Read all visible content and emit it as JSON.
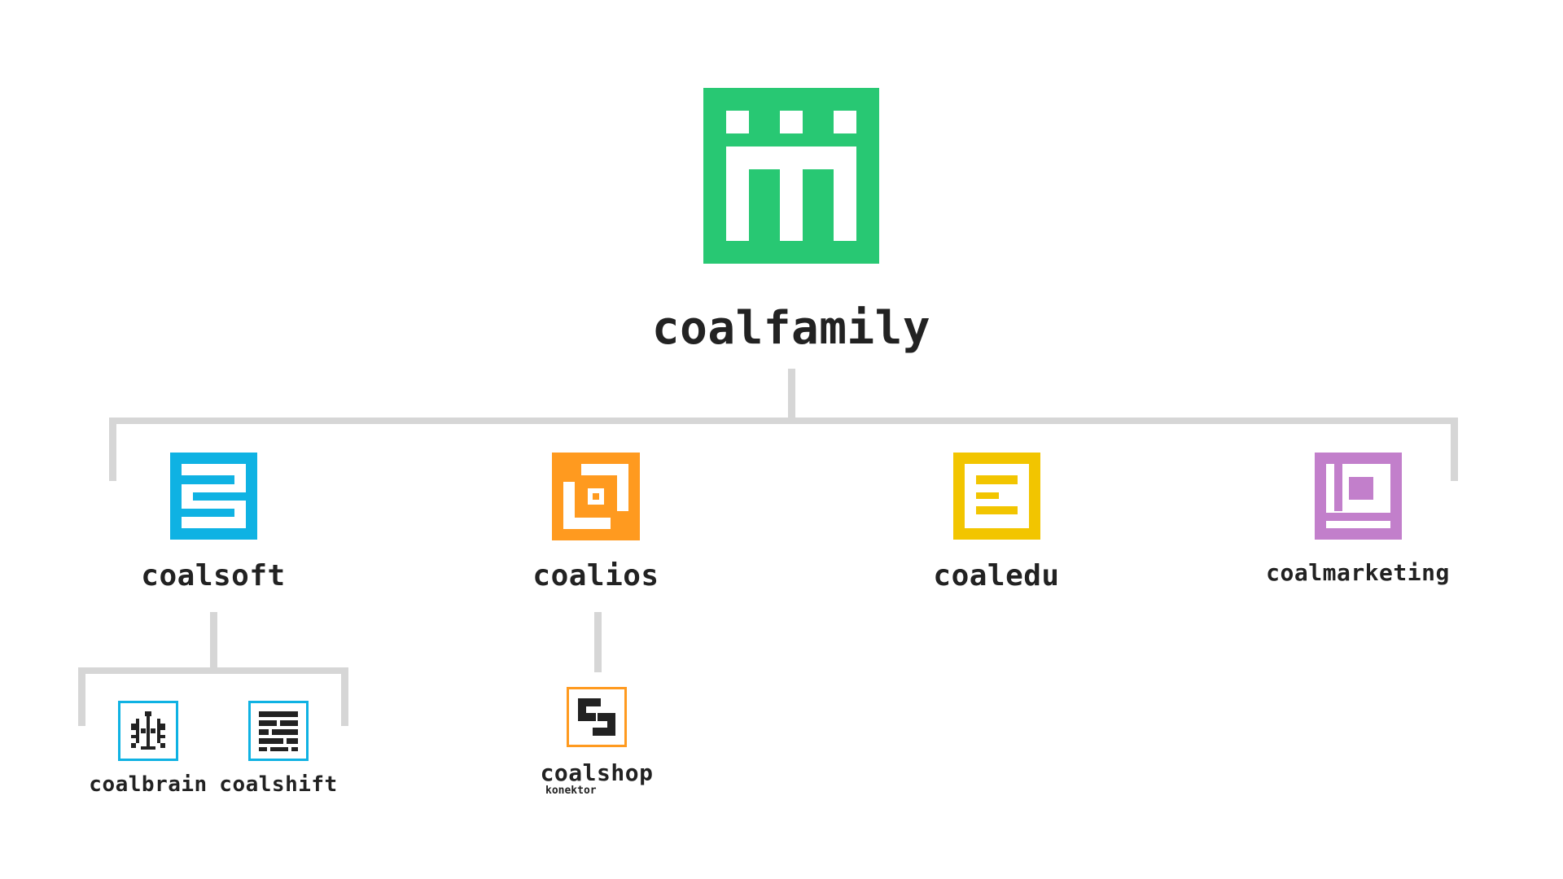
{
  "root": {
    "name": "coalfamily",
    "color": "#28c873"
  },
  "brands": [
    {
      "id": "coalsoft",
      "name": "coalsoft",
      "color": "#0fb2e3"
    },
    {
      "id": "coalios",
      "name": "coalios",
      "color": "#ff9a1f"
    },
    {
      "id": "coaledu",
      "name": "coaledu",
      "color": "#f2c500"
    },
    {
      "id": "coalmarketing",
      "name": "coalmarketing",
      "color": "#c27fcb"
    }
  ],
  "subbrands": {
    "coalsoft": [
      {
        "name": "coalbrain",
        "icon": "circuit-icon",
        "color": "#0fb2e3"
      },
      {
        "name": "coalshift",
        "icon": "bricks-icon",
        "color": "#0fb2e3"
      }
    ],
    "coalios": [
      {
        "name": "coalshop",
        "subtitle": "konektor",
        "icon": "link-icon",
        "color": "#ff9a1f"
      }
    ]
  },
  "connector_color": "#d6d6d6",
  "text_color": "#222222"
}
